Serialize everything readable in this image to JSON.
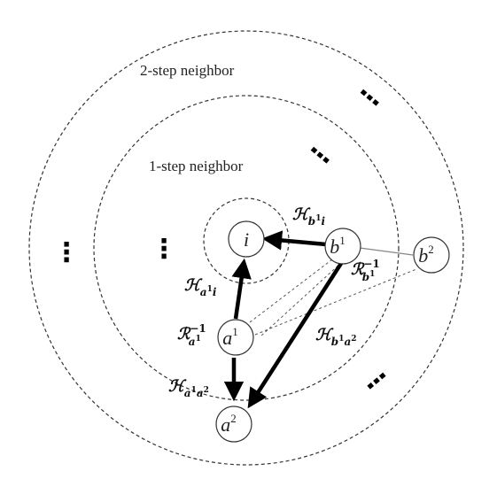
{
  "regions": {
    "outer_label": "2-step neighbor",
    "inner_label": "1-step neighbor"
  },
  "nodes": {
    "i": {
      "base": "i",
      "sup": ""
    },
    "a1": {
      "base": "a",
      "sup": "1"
    },
    "a2": {
      "base": "a",
      "sup": "2"
    },
    "b1": {
      "base": "b",
      "sup": "1"
    },
    "b2": {
      "base": "b",
      "sup": "2"
    }
  },
  "edge_labels": {
    "H_b1_i": {
      "base": "ℋ",
      "sub": "b",
      "subsup": "1",
      "sub2": "i"
    },
    "H_a1_i": {
      "base": "ℋ",
      "sub": "a",
      "subsup": "1",
      "sub2": "i"
    },
    "H_a1_a2": {
      "base": "ℋ",
      "sub": "a",
      "subsup": "1",
      "sub2": "a",
      "sub2sup": "2"
    },
    "H_b1_a2": {
      "base": "ℋ",
      "sub": "b",
      "subsup": "1",
      "sub2": "a",
      "sub2sup": "2"
    }
  },
  "relation_labels": {
    "R_a1_inv": {
      "base": "ℛ",
      "sup": "−1",
      "sub": "a",
      "subsup": "1"
    },
    "R_b1_inv": {
      "base": "ℛ",
      "sup": "−1",
      "sub": "b",
      "subsup": "1"
    }
  },
  "ellipsis": "⋮"
}
